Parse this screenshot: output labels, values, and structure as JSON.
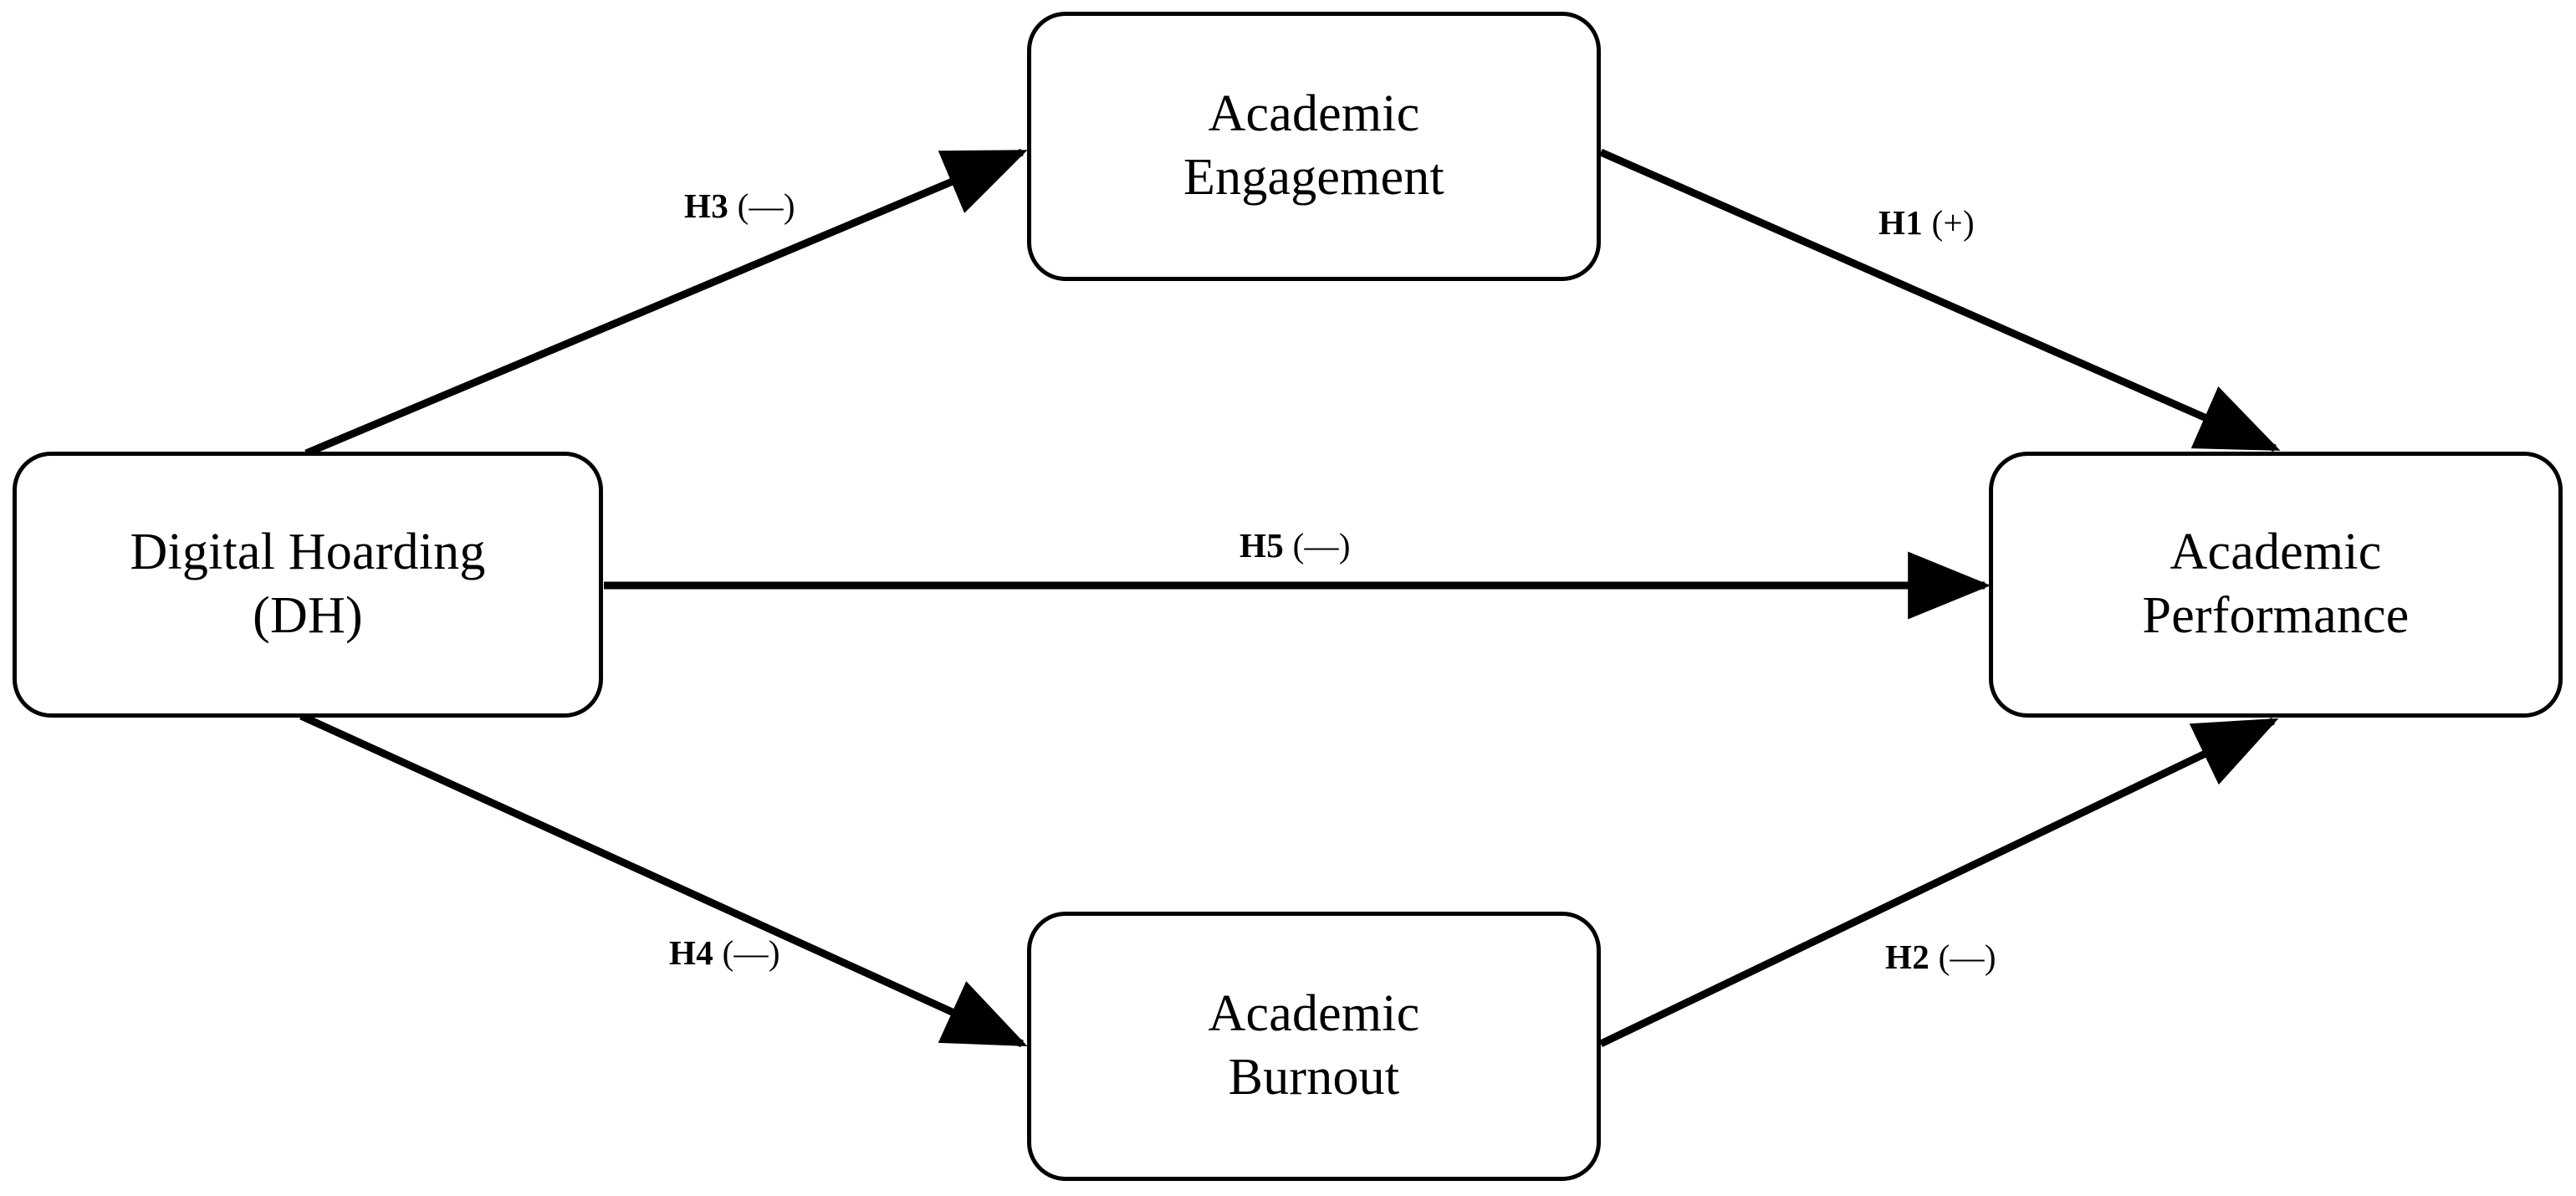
{
  "diagram": {
    "type": "conceptual-research-model",
    "nodes": [
      {
        "id": "digital-hoarding",
        "label": "Digital Hoarding\n(DH)"
      },
      {
        "id": "academic-engagement",
        "label": "Academic\nEngagement"
      },
      {
        "id": "academic-burnout",
        "label": "Academic\nBurnout"
      },
      {
        "id": "academic-performance",
        "label": "Academic\nPerformance"
      }
    ],
    "edges": [
      {
        "id": "h1",
        "hypothesis": "H1",
        "sign": "(+)",
        "from": "academic-engagement",
        "to": "academic-performance"
      },
      {
        "id": "h2",
        "hypothesis": "H2",
        "sign": "(—)",
        "from": "academic-burnout",
        "to": "academic-performance"
      },
      {
        "id": "h3",
        "hypothesis": "H3",
        "sign": "(—)",
        "from": "digital-hoarding",
        "to": "academic-engagement"
      },
      {
        "id": "h4",
        "hypothesis": "H4",
        "sign": "(—)",
        "from": "digital-hoarding",
        "to": "academic-burnout"
      },
      {
        "id": "h5",
        "hypothesis": "H5",
        "sign": "(—)",
        "from": "digital-hoarding",
        "to": "academic-performance"
      }
    ],
    "colors": {
      "stroke": "#000000",
      "fill": "#ffffff",
      "text": "#000000"
    }
  }
}
